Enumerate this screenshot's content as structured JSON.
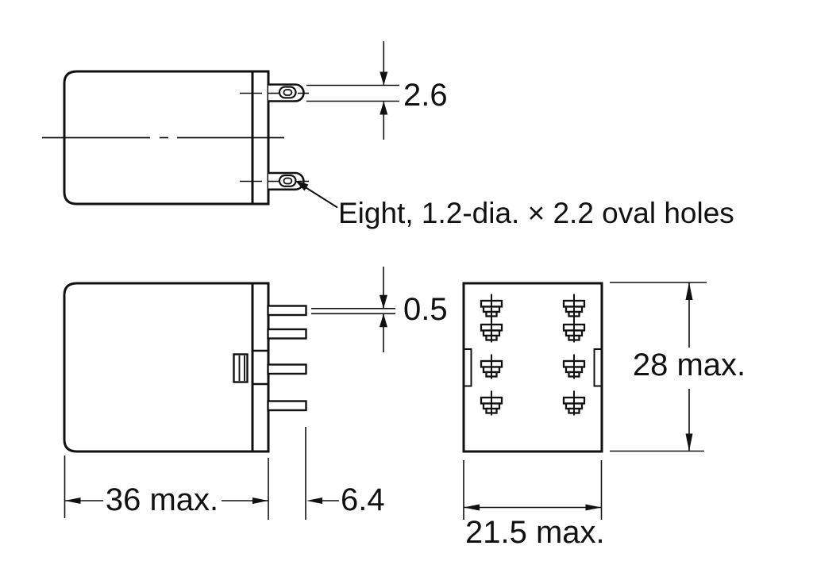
{
  "drawing": {
    "colors": {
      "line": "#111111",
      "background": "#ffffff"
    },
    "annotations": {
      "oval_holes_note": "Eight, 1.2-dia. × 2.2 oval holes"
    },
    "dimensions": {
      "tab_thickness": "2.6",
      "pin_thickness": "0.5",
      "body_width": "36 max.",
      "pin_length": "6.4",
      "body_height": "28 max.",
      "body_depth": "21.5 max."
    }
  }
}
